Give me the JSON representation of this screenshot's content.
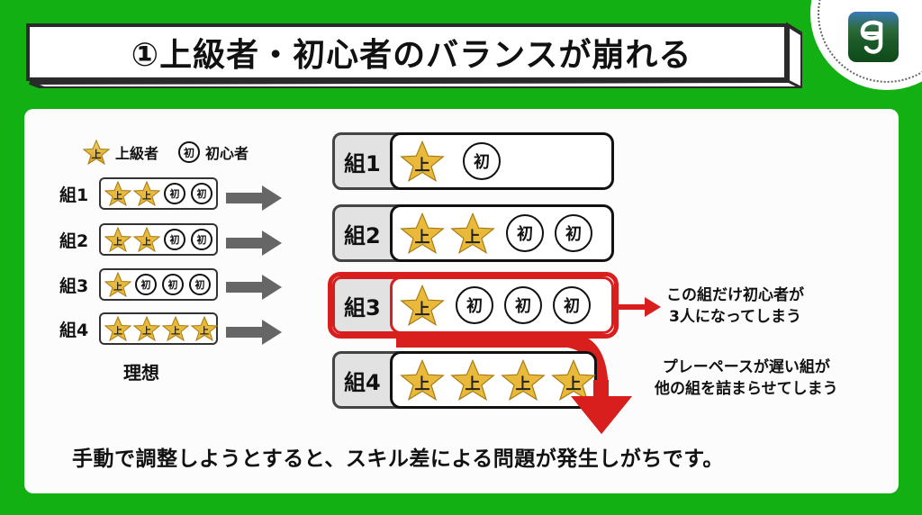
{
  "title": "①上級者・初心者のバランスが崩れる",
  "logo": {
    "icon": "app-logo-icon",
    "glyph": "g"
  },
  "legend": {
    "advanced": {
      "icon": "star-advanced-icon",
      "mark": "上",
      "label": "上級者"
    },
    "beginner": {
      "icon": "circle-beginner-icon",
      "mark": "初",
      "label": "初心者"
    }
  },
  "ideal": {
    "caption": "理想",
    "groups": [
      {
        "label": "組1",
        "members": [
          "上",
          "上",
          "初",
          "初"
        ]
      },
      {
        "label": "組2",
        "members": [
          "上",
          "上",
          "初",
          "初"
        ]
      },
      {
        "label": "組3",
        "members": [
          "上",
          "初",
          "初",
          "初"
        ]
      },
      {
        "label": "組4",
        "members": [
          "上",
          "上",
          "上",
          "上"
        ]
      }
    ]
  },
  "actual": {
    "groups": [
      {
        "label": "組1",
        "members": [
          "上",
          "初"
        ]
      },
      {
        "label": "組2",
        "members": [
          "上",
          "上",
          "初",
          "初"
        ]
      },
      {
        "label": "組3",
        "members": [
          "上",
          "初",
          "初",
          "初"
        ],
        "highlighted": true
      },
      {
        "label": "組4",
        "members": [
          "上",
          "上",
          "上",
          "上"
        ]
      }
    ]
  },
  "notes": {
    "note1": {
      "line1": "この組だけ初心者が",
      "line2": "3人になってしまう"
    },
    "note2": {
      "line1": "プレーペースが遅い組が",
      "line2": "他の組を詰まらせてしまう"
    }
  },
  "bottom_text": "手動で調整しようとすると、スキル差による問題が発生しがちです。",
  "colors": {
    "background": "#12b012",
    "highlight": "#d91e1e",
    "star": "#e8b93a",
    "arrow": "#666666"
  }
}
